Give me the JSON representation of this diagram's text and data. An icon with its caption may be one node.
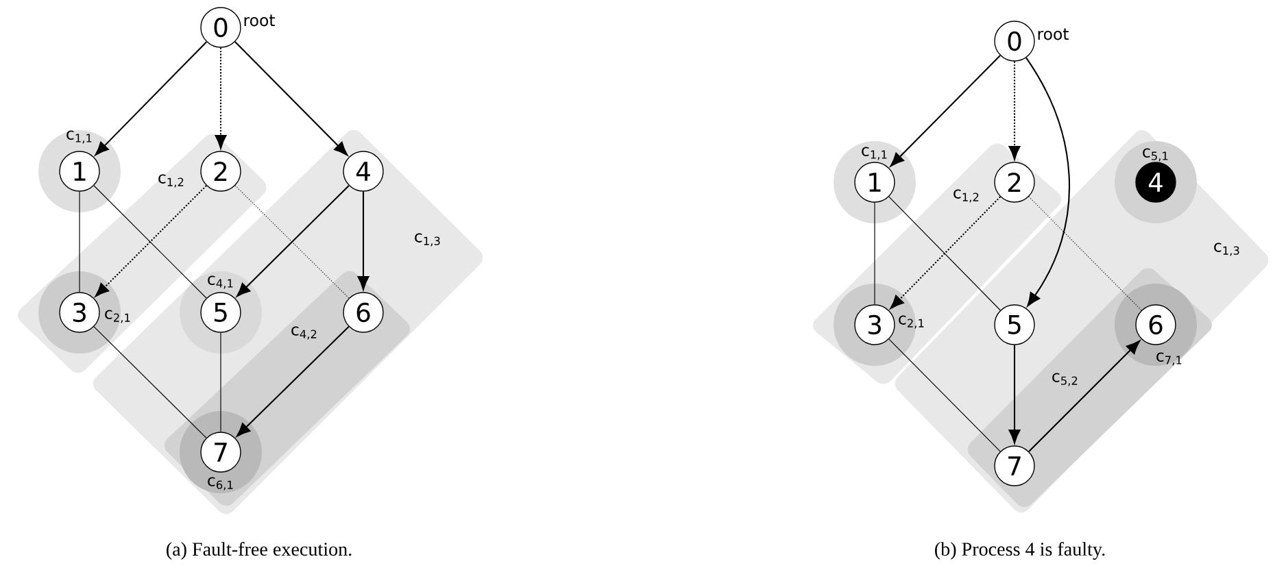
{
  "diagram": {
    "nodes": [
      {
        "text": [
          "0"
        ],
        "beside": [
          "root"
        ]
      },
      {
        "text": [
          "1"
        ]
      },
      {
        "text": [
          "2"
        ]
      },
      {
        "text": [
          "3"
        ]
      },
      {
        "text": [
          "4"
        ]
      },
      {
        "text": [
          "5"
        ]
      },
      {
        "text": [
          "6"
        ]
      },
      {
        "text": [
          "7"
        ]
      },
      {
        "text": [
          "0"
        ],
        "beside": [
          "root"
        ]
      },
      {
        "text": [
          "1"
        ]
      },
      {
        "text": [
          "2"
        ]
      },
      {
        "text": [
          "3"
        ]
      },
      {
        "text": [
          "4"
        ]
      },
      {
        "text": [
          "5"
        ]
      },
      {
        "text": [
          "6"
        ]
      },
      {
        "text": [
          "7"
        ]
      }
    ],
    "edges": [
      {
        "from": 0,
        "to": 1,
        "arrow": "to"
      },
      {
        "from": 0,
        "to": 2,
        "arrow": "to",
        "style": "dashed"
      },
      {
        "from": 0,
        "to": 4,
        "arrow": "to"
      },
      {
        "from": 1,
        "to": 3,
        "arrow": "none"
      },
      {
        "from": 1,
        "to": 5,
        "arrow": "none"
      },
      {
        "from": 2,
        "to": 3,
        "arrow": "to",
        "style": "dashed"
      },
      {
        "from": 2,
        "to": 6,
        "arrow": "none",
        "style": "dashed"
      },
      {
        "from": 4,
        "to": 5,
        "arrow": "to"
      },
      {
        "from": 4,
        "to": 6,
        "arrow": "to"
      },
      {
        "from": 3,
        "to": 7,
        "arrow": "none"
      },
      {
        "from": 5,
        "to": 7,
        "arrow": "none"
      },
      {
        "from": 6,
        "to": 7,
        "arrow": "to"
      },
      {
        "from": 8,
        "to": 9,
        "arrow": "to"
      },
      {
        "from": 8,
        "to": 10,
        "arrow": "to",
        "style": "dashed"
      },
      {
        "from": 8,
        "to": 13,
        "arrow": "to"
      },
      {
        "from": 9,
        "to": 11,
        "arrow": "none"
      },
      {
        "from": 9,
        "to": 13,
        "arrow": "none"
      },
      {
        "from": 10,
        "to": 11,
        "arrow": "to",
        "style": "dashed"
      },
      {
        "from": 10,
        "to": 14,
        "arrow": "none",
        "style": "dashed"
      },
      {
        "from": 11,
        "to": 15,
        "arrow": "none"
      },
      {
        "from": 13,
        "to": 15,
        "arrow": "to"
      },
      {
        "from": 15,
        "to": 14,
        "arrow": "to"
      }
    ],
    "labels": [
      "c$_{1,1}$",
      "c$_{1,2}$",
      "c$_{1,3}$",
      "c$_{4,1}$",
      "c$_{2,1}$",
      "c$_{4,2}$",
      "c$_{6,1}$",
      "c$_{1,1}$",
      "c$_{5,1}$",
      "c$_{1,2}$",
      "c$_{1,3}$",
      "c$_{2,1}$",
      "c$_{7,1}$",
      "c$_{5,2}$",
      "(a) Fault-free execution.",
      "(b) Process 4 is faulty."
    ]
  }
}
